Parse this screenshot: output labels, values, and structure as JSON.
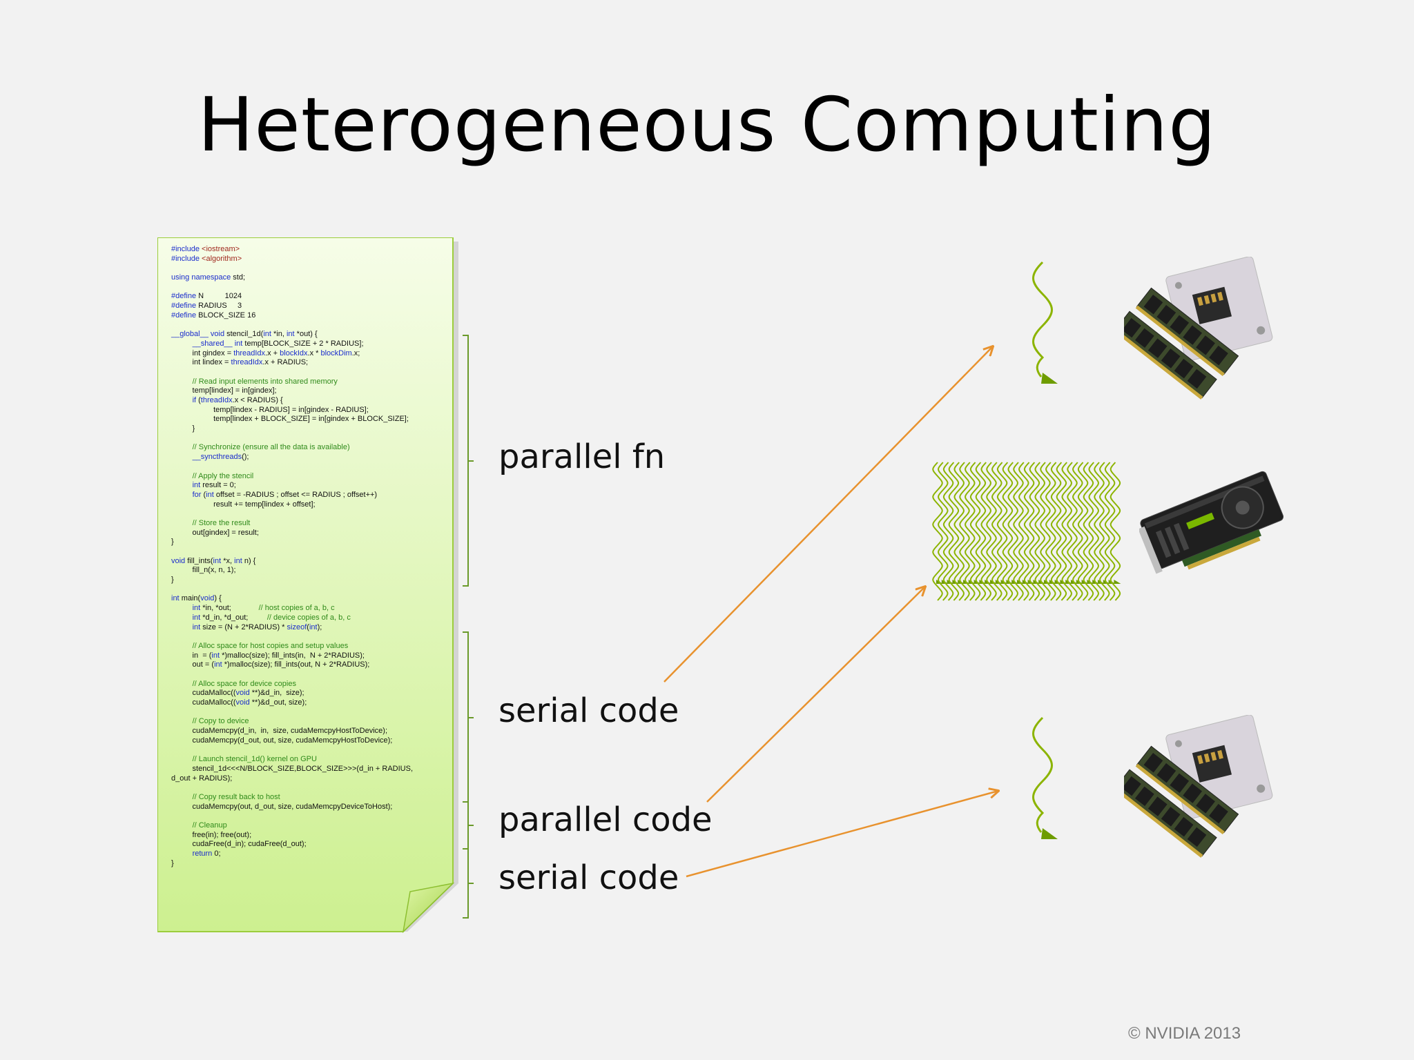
{
  "slide": {
    "title": "Heterogeneous Computing",
    "copyright": "© NVIDIA 2013"
  },
  "labels": {
    "parallel_fn": "parallel fn",
    "serial_code_1": "serial code",
    "parallel_code": "parallel code",
    "serial_code_2": "serial code"
  },
  "code_lines": [
    [
      {
        "t": "#include ",
        "c": "kw"
      },
      {
        "t": "<iostream>",
        "c": "st"
      }
    ],
    [
      {
        "t": "#include ",
        "c": "kw"
      },
      {
        "t": "<algorithm>",
        "c": "st"
      }
    ],
    [],
    [
      {
        "t": "using namespace ",
        "c": "kw"
      },
      {
        "t": "std;"
      }
    ],
    [],
    [
      {
        "t": "#define ",
        "c": "kw"
      },
      {
        "t": "N          1024"
      }
    ],
    [
      {
        "t": "#define ",
        "c": "kw"
      },
      {
        "t": "RADIUS     3"
      }
    ],
    [
      {
        "t": "#define ",
        "c": "kw"
      },
      {
        "t": "BLOCK_SIZE 16"
      }
    ],
    [],
    [
      {
        "t": "__global__ void ",
        "c": "kw"
      },
      {
        "t": "stencil_1d("
      },
      {
        "t": "int ",
        "c": "kw"
      },
      {
        "t": "*in, "
      },
      {
        "t": "int ",
        "c": "kw"
      },
      {
        "t": "*out) {"
      }
    ],
    [
      {
        "t": "          "
      },
      {
        "t": "__shared__ int ",
        "c": "kw"
      },
      {
        "t": "temp[BLOCK_SIZE + 2 * RADIUS];"
      }
    ],
    [
      {
        "t": "          int gindex = "
      },
      {
        "t": "threadIdx",
        "c": "kw"
      },
      {
        "t": ".x + "
      },
      {
        "t": "blockIdx",
        "c": "kw"
      },
      {
        "t": ".x * "
      },
      {
        "t": "blockDim",
        "c": "kw"
      },
      {
        "t": ".x;"
      }
    ],
    [
      {
        "t": "          int lindex = "
      },
      {
        "t": "threadIdx",
        "c": "kw"
      },
      {
        "t": ".x + RADIUS;"
      }
    ],
    [],
    [
      {
        "t": "          "
      },
      {
        "t": "// Read input elements into shared memory",
        "c": "cm"
      }
    ],
    [
      {
        "t": "          temp[lindex] = in[gindex];"
      }
    ],
    [
      {
        "t": "          "
      },
      {
        "t": "if ",
        "c": "kw"
      },
      {
        "t": "("
      },
      {
        "t": "threadIdx",
        "c": "kw"
      },
      {
        "t": ".x < RADIUS) {"
      }
    ],
    [
      {
        "t": "                    temp[lindex - RADIUS] = in[gindex - RADIUS];"
      }
    ],
    [
      {
        "t": "                    temp[lindex + BLOCK_SIZE] = in[gindex + BLOCK_SIZE];"
      }
    ],
    [
      {
        "t": "          }"
      }
    ],
    [],
    [
      {
        "t": "          "
      },
      {
        "t": "// Synchronize (ensure all the data is available)",
        "c": "cm"
      }
    ],
    [
      {
        "t": "          "
      },
      {
        "t": "__syncthreads",
        "c": "kw"
      },
      {
        "t": "();"
      }
    ],
    [],
    [
      {
        "t": "          "
      },
      {
        "t": "// Apply the stencil",
        "c": "cm"
      }
    ],
    [
      {
        "t": "          "
      },
      {
        "t": "int ",
        "c": "kw"
      },
      {
        "t": "result = 0;"
      }
    ],
    [
      {
        "t": "          "
      },
      {
        "t": "for ",
        "c": "kw"
      },
      {
        "t": "("
      },
      {
        "t": "int ",
        "c": "kw"
      },
      {
        "t": "offset = -RADIUS ; offset <= RADIUS ; offset++)"
      }
    ],
    [
      {
        "t": "                    result += temp[lindex + offset];"
      }
    ],
    [],
    [
      {
        "t": "          "
      },
      {
        "t": "// Store the result",
        "c": "cm"
      }
    ],
    [
      {
        "t": "          out[gindex] = result;"
      }
    ],
    [
      {
        "t": "}"
      }
    ],
    [],
    [
      {
        "t": "void ",
        "c": "kw"
      },
      {
        "t": "fill_ints("
      },
      {
        "t": "int ",
        "c": "kw"
      },
      {
        "t": "*x, "
      },
      {
        "t": "int ",
        "c": "kw"
      },
      {
        "t": "n) {"
      }
    ],
    [
      {
        "t": "          fill_n(x, n, 1);"
      }
    ],
    [
      {
        "t": "}"
      }
    ],
    [],
    [
      {
        "t": "int ",
        "c": "kw"
      },
      {
        "t": "main("
      },
      {
        "t": "void",
        "c": "kw"
      },
      {
        "t": ") {"
      }
    ],
    [
      {
        "t": "          "
      },
      {
        "t": "int ",
        "c": "kw"
      },
      {
        "t": "*in, *out;             "
      },
      {
        "t": "// host copies of a, b, c",
        "c": "cm"
      }
    ],
    [
      {
        "t": "          "
      },
      {
        "t": "int ",
        "c": "kw"
      },
      {
        "t": "*d_in, *d_out;         "
      },
      {
        "t": "// device copies of a, b, c",
        "c": "cm"
      }
    ],
    [
      {
        "t": "          "
      },
      {
        "t": "int ",
        "c": "kw"
      },
      {
        "t": "size = (N + 2*RADIUS) * "
      },
      {
        "t": "sizeof",
        "c": "kw"
      },
      {
        "t": "("
      },
      {
        "t": "int",
        "c": "kw"
      },
      {
        "t": ");"
      }
    ],
    [],
    [
      {
        "t": "          "
      },
      {
        "t": "// Alloc space for host copies and setup values",
        "c": "cm"
      }
    ],
    [
      {
        "t": "          in  = ("
      },
      {
        "t": "int ",
        "c": "kw"
      },
      {
        "t": "*)malloc(size); fill_ints(in,  N + 2*RADIUS);"
      }
    ],
    [
      {
        "t": "          out = ("
      },
      {
        "t": "int ",
        "c": "kw"
      },
      {
        "t": "*)malloc(size); fill_ints(out, N + 2*RADIUS);"
      }
    ],
    [],
    [
      {
        "t": "          "
      },
      {
        "t": "// Alloc space for device copies",
        "c": "cm"
      }
    ],
    [
      {
        "t": "          cudaMalloc(("
      },
      {
        "t": "void ",
        "c": "kw"
      },
      {
        "t": "**)&d_in,  size);"
      }
    ],
    [
      {
        "t": "          cudaMalloc(("
      },
      {
        "t": "void ",
        "c": "kw"
      },
      {
        "t": "**)&d_out, size);"
      }
    ],
    [],
    [
      {
        "t": "          "
      },
      {
        "t": "// Copy to device",
        "c": "cm"
      }
    ],
    [
      {
        "t": "          cudaMemcpy(d_in,  in,  size, cudaMemcpyHostToDevice);"
      }
    ],
    [
      {
        "t": "          cudaMemcpy(d_out, out, size, cudaMemcpyHostToDevice);"
      }
    ],
    [],
    [
      {
        "t": "          "
      },
      {
        "t": "// Launch stencil_1d() kernel on GPU",
        "c": "cm"
      }
    ],
    [
      {
        "t": "          stencil_1d<<<N/BLOCK_SIZE,BLOCK_SIZE>>>(d_in + RADIUS,"
      }
    ],
    [
      {
        "t": "d_out + RADIUS);"
      }
    ],
    [],
    [
      {
        "t": "          "
      },
      {
        "t": "// Copy result back to host",
        "c": "cm"
      }
    ],
    [
      {
        "t": "          cudaMemcpy(out, d_out, size, cudaMemcpyDeviceToHost);"
      }
    ],
    [],
    [
      {
        "t": "          "
      },
      {
        "t": "// Cleanup",
        "c": "cm"
      }
    ],
    [
      {
        "t": "          free(in); free(out);"
      }
    ],
    [
      {
        "t": "          cudaFree(d_in); cudaFree(d_out);"
      }
    ],
    [
      {
        "t": "          "
      },
      {
        "t": "return ",
        "c": "kw"
      },
      {
        "t": "0;"
      }
    ],
    [
      {
        "t": "}"
      }
    ]
  ],
  "colors": {
    "background": "#f2f2f2",
    "code_sheet": "#d8f5a0",
    "arrow": "#e8922e",
    "thread": "#8cb400",
    "bracket": "#6a9a2a"
  },
  "icons": {
    "cpu_top": "cpu-with-memory-icon",
    "gpu": "tesla-gpu-card-icon",
    "cpu_bottom": "cpu-with-memory-icon"
  }
}
